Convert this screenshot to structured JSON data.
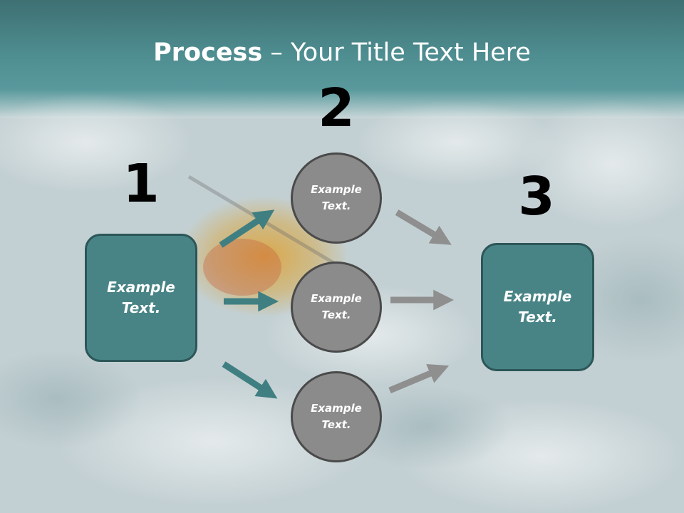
{
  "slide": {
    "title_bold": "Process",
    "title_rest": " – Your Title Text Here"
  },
  "steps": {
    "step1": "1",
    "step2": "2",
    "step3": "3"
  },
  "nodes": {
    "left_box": "Example Text.",
    "circle_top": "Example Text.",
    "circle_middle": "Example Text.",
    "circle_bottom": "Example Text.",
    "right_box": "Example Text."
  },
  "colors": {
    "teal_box": "#488486",
    "teal_arrow": "#3f7f82",
    "gray_circle": "#8b8b8b",
    "gray_arrow": "#8f8f8f"
  }
}
